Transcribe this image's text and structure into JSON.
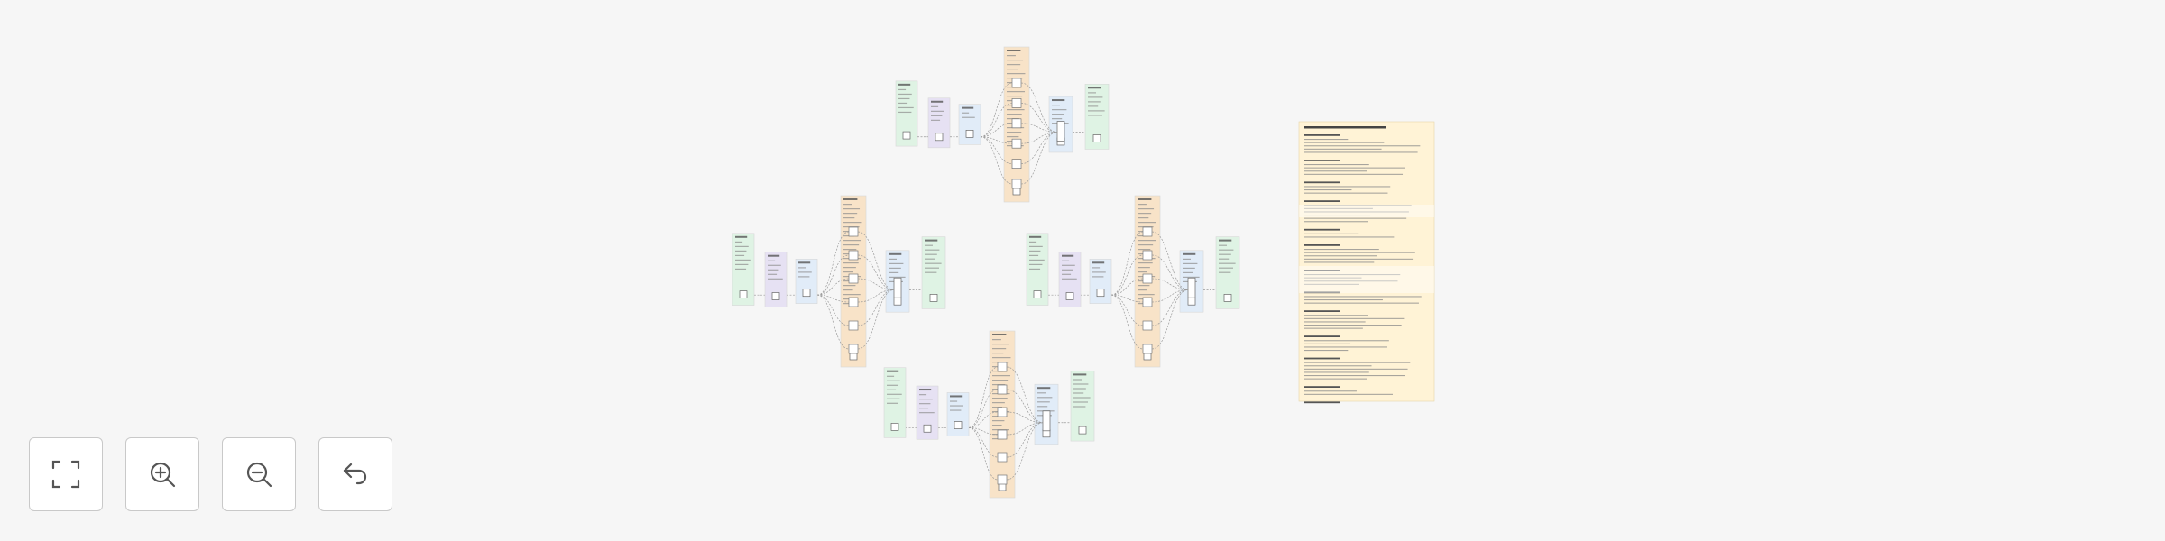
{
  "toolbar": {
    "buttons": [
      {
        "id": "fit",
        "icon": "fit-view-icon",
        "label": "Fit view"
      },
      {
        "id": "zoom-in",
        "icon": "zoom-in-icon",
        "label": "Zoom in"
      },
      {
        "id": "zoom-out",
        "icon": "zoom-out-icon",
        "label": "Zoom out"
      },
      {
        "id": "undo",
        "icon": "undo-icon",
        "label": "Undo"
      }
    ]
  },
  "colors": {
    "background": "#f6f6f6",
    "input_node": "#dff3e4",
    "process_node": "#e6e1f3",
    "layer_node": "#e1ecf8",
    "branch_node": "#f8e3c8",
    "notes_panel": "#fff3d6",
    "edge": "#9a9a9a",
    "button_border": "#c9c9c9"
  }
}
